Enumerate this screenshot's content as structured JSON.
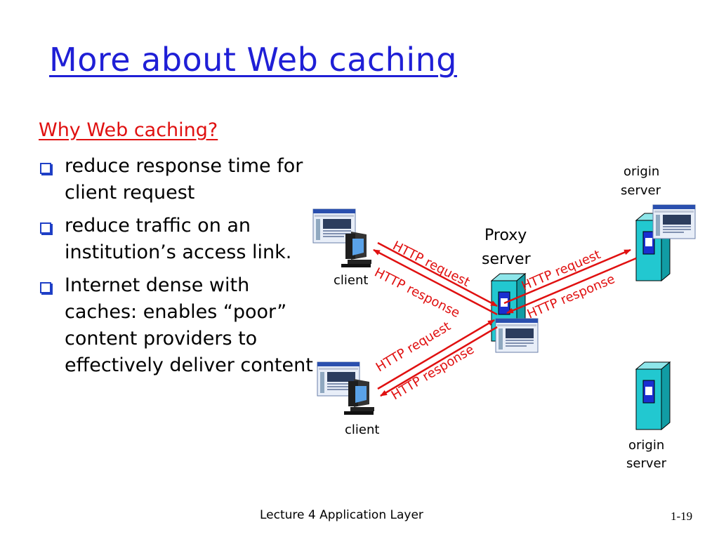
{
  "slide": {
    "title": "More about Web caching",
    "subhead": "Why Web caching?",
    "bullets": [
      "reduce response time for client request",
      "reduce traffic on an institution’s access link.",
      "Internet dense with caches: enables “poor” content providers to effectively deliver content"
    ],
    "footer": "Lecture 4 Application Layer",
    "page_number": "1-19"
  },
  "diagram": {
    "origin_server_label_line1": "origin",
    "origin_server_label_line2": "server",
    "proxy_label_line1": "Proxy",
    "proxy_label_line2": "server",
    "client_label": "client",
    "http_request": "HTTP request",
    "http_response": "HTTP response"
  },
  "colors": {
    "title": "#1f1fd6",
    "accent_red": "#e01010",
    "server_cyan": "#22c8d0"
  },
  "icons": [
    "bullet-square-icon",
    "pc-monitor-icon",
    "server-tower-icon",
    "browser-window-icon"
  ]
}
